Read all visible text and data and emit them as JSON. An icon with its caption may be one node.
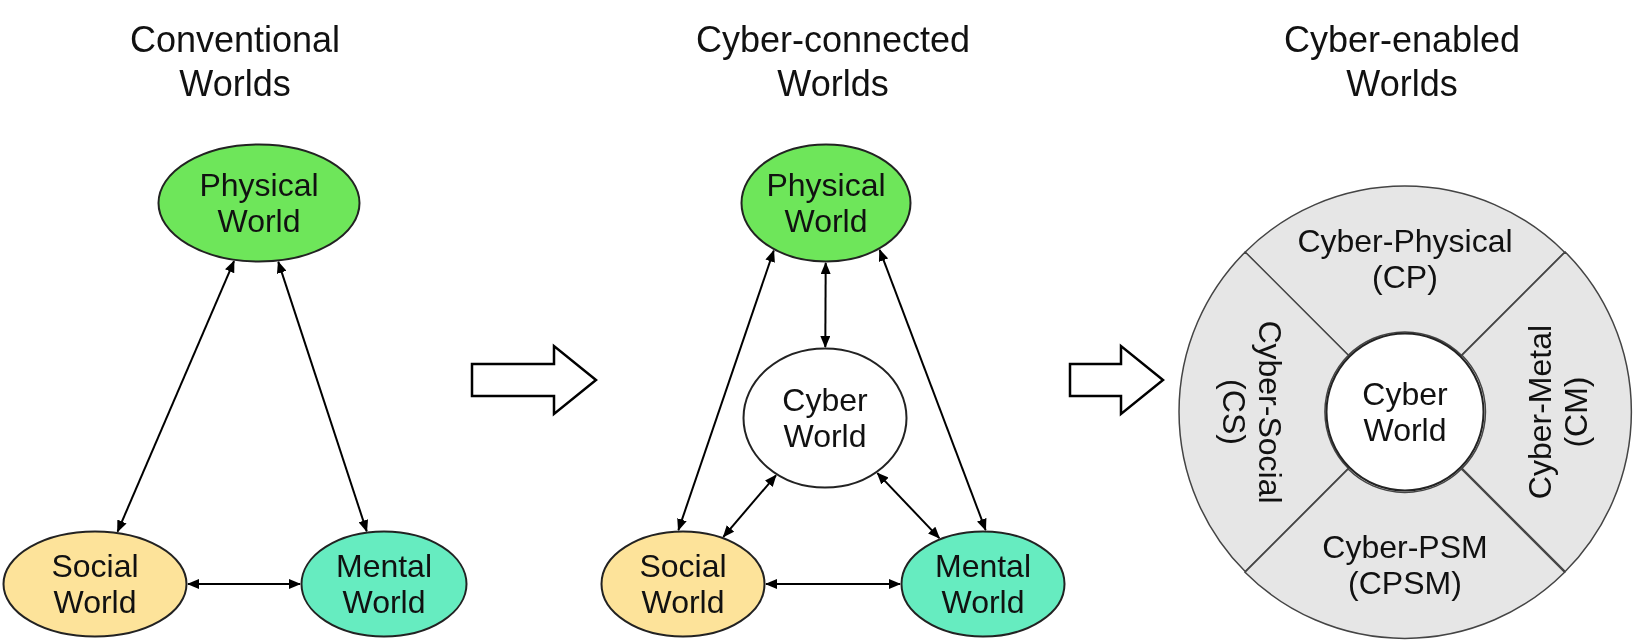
{
  "diagram": {
    "nodes": [
      {
        "text": [
          "Conventional Worlds"
        ]
      },
      {
        "text": [
          "Physical World"
        ],
        "in": 0
      },
      {
        "text": [
          "Social World"
        ],
        "in": 0
      },
      {
        "text": [
          "Mental World"
        ],
        "in": 0
      },
      {
        "text": [
          "Cyber-connected Worlds"
        ]
      },
      {
        "text": [
          "Physical World"
        ],
        "in": 4
      },
      {
        "text": [
          "Cyber World"
        ],
        "in": 4
      },
      {
        "text": [
          "Social World"
        ],
        "in": 4
      },
      {
        "text": [
          "Mental World"
        ],
        "in": 4
      },
      {
        "text": [
          "Cyber-enabled Worlds"
        ]
      },
      {
        "text": [],
        "shape": "circle",
        "in": 9
      },
      {
        "text": [
          "Cyber-Physical (CP)"
        ],
        "in": 10
      },
      {
        "text": [
          "Cyber-Social (CS)"
        ],
        "in": 10
      },
      {
        "text": [
          "Cyber World"
        ],
        "in": 10
      },
      {
        "text": [
          "Cyber-Metal (CM)"
        ],
        "in": 10
      },
      {
        "text": [
          "Cyber-PSM (CPSM)"
        ],
        "in": 10
      }
    ],
    "edges": [
      {
        "from": 1,
        "to": 2,
        "arrow": "both"
      },
      {
        "from": 1,
        "to": 3,
        "arrow": "both"
      },
      {
        "from": 2,
        "to": 3,
        "arrow": "both"
      },
      {
        "from": 5,
        "to": 6,
        "arrow": "both"
      },
      {
        "from": 5,
        "to": 7,
        "arrow": "both"
      },
      {
        "from": 5,
        "to": 8,
        "arrow": "both"
      },
      {
        "from": 6,
        "to": 7,
        "arrow": "both"
      },
      {
        "from": 6,
        "to": 8,
        "arrow": "both"
      },
      {
        "from": 7,
        "to": 8,
        "arrow": "both"
      },
      {
        "from": 0,
        "to": 4,
        "arrow": "to",
        "style": "thick"
      },
      {
        "from": 4,
        "to": 9,
        "arrow": "to",
        "style": "thick"
      }
    ]
  }
}
